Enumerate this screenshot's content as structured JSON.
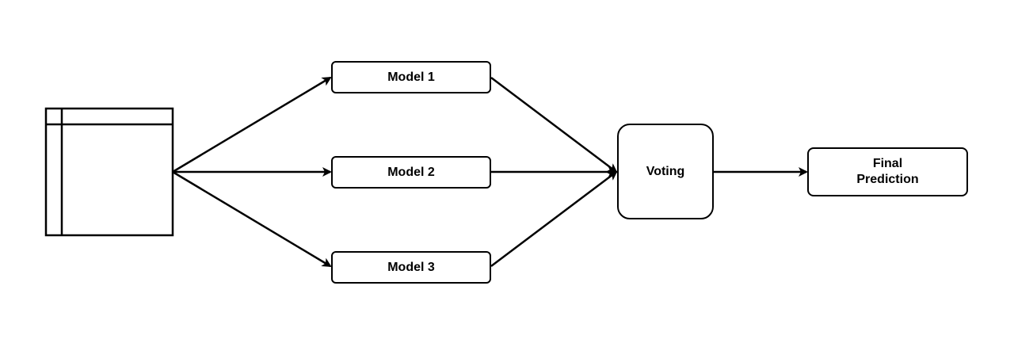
{
  "diagram": {
    "nodes": {
      "model_1": "Model 1",
      "model_2": "Model 2",
      "model_3": "Model 3",
      "voting": "Voting",
      "final_line_1": "Final",
      "final_line_2": "Prediction"
    },
    "edges": [
      {
        "from": "dataset",
        "to": "model_1"
      },
      {
        "from": "dataset",
        "to": "model_2"
      },
      {
        "from": "dataset",
        "to": "model_3"
      },
      {
        "from": "model_1",
        "to": "voting"
      },
      {
        "from": "model_2",
        "to": "voting"
      },
      {
        "from": "model_3",
        "to": "voting"
      },
      {
        "from": "voting",
        "to": "final_prediction"
      }
    ],
    "colors": {
      "stroke": "#000000",
      "background": "#ffffff"
    }
  }
}
